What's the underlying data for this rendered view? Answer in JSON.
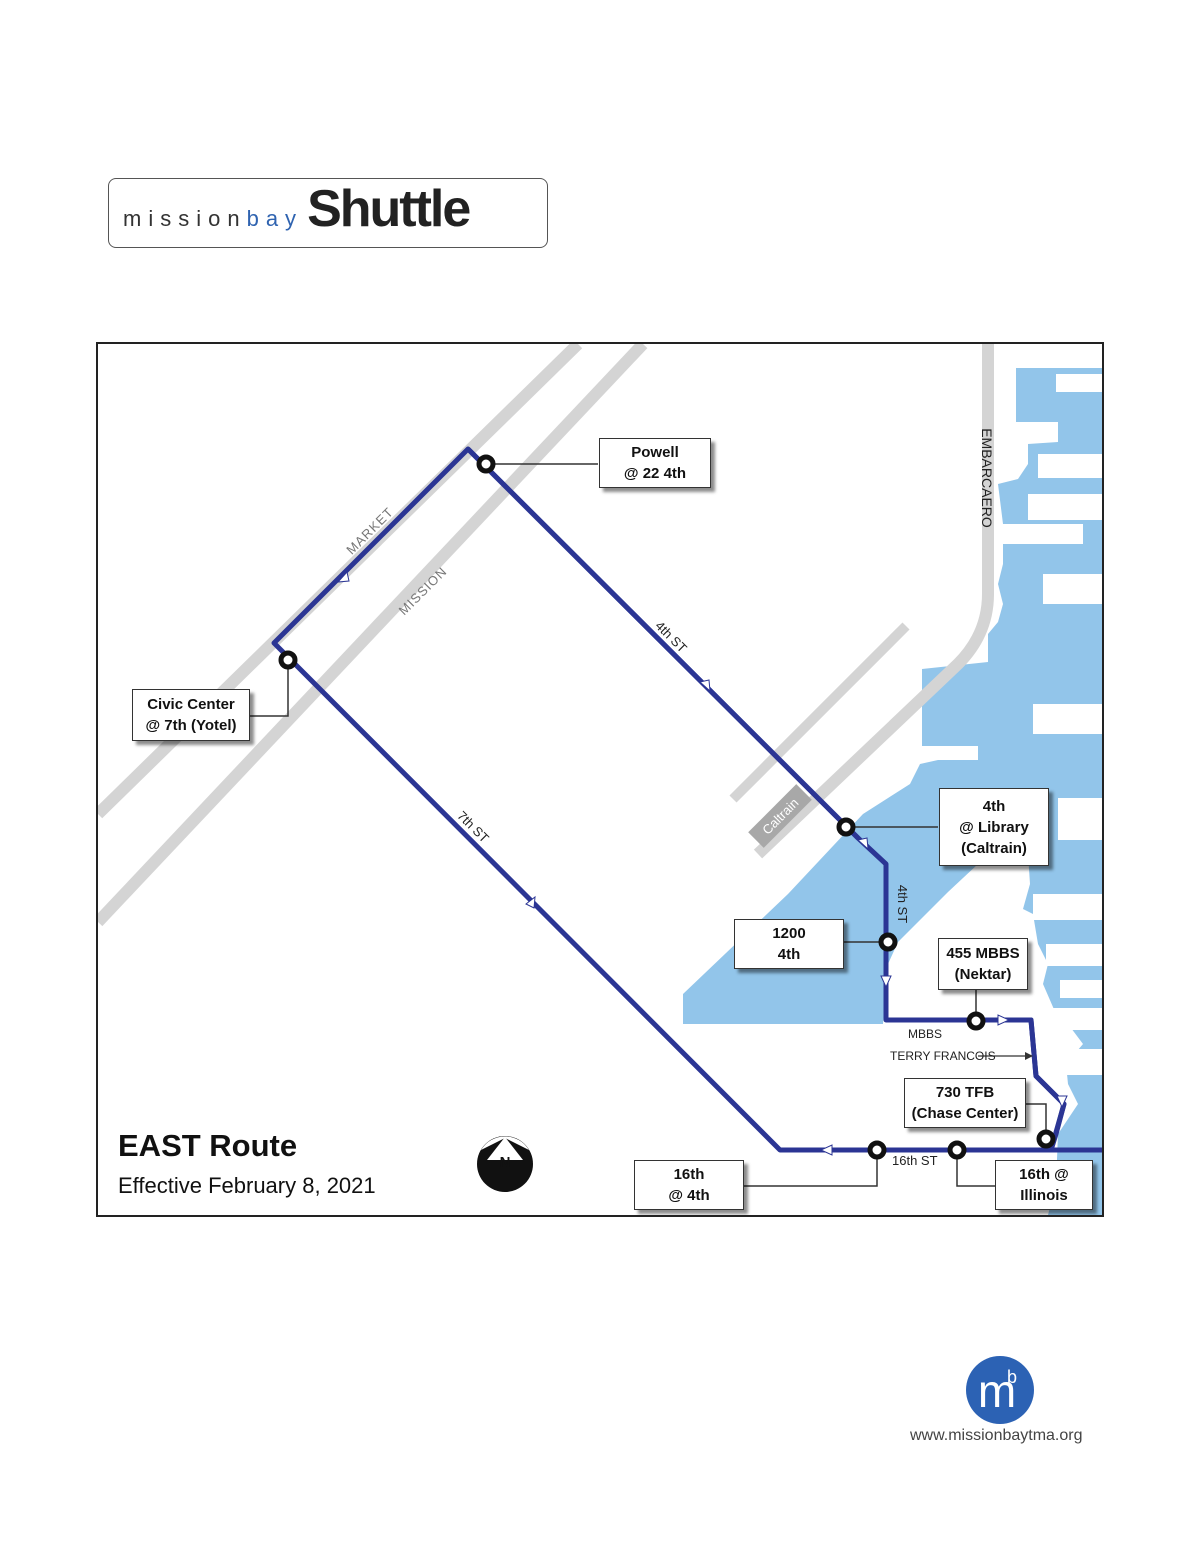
{
  "header": {
    "logo_mission": "mission",
    "logo_bay": "bay",
    "logo_shuttle": "Shuttle"
  },
  "map": {
    "title": "EAST Route",
    "effective": "Effective February 8, 2021",
    "north_label": "N",
    "street_labels": {
      "market": "MARKET",
      "mission": "MISSION",
      "fourth_st_diag": "4th ST",
      "fourth_st_vert": "4th ST",
      "seventh_st": "7th ST",
      "embarcadero": "EMBARCAERO",
      "caltrain": "Caltrain",
      "mbbs": "MBBS",
      "terry_francois": "TERRY FRANCOIS",
      "sixteenth_st": "16th ST"
    },
    "stops": [
      {
        "lines": [
          "Powell",
          "@ 22 4th"
        ]
      },
      {
        "lines": [
          "Civic Center",
          "@ 7th (Yotel)"
        ]
      },
      {
        "lines": [
          "4th",
          "@ Library",
          "(Caltrain)"
        ]
      },
      {
        "lines": [
          "1200",
          "4th"
        ]
      },
      {
        "lines": [
          "455 MBBS",
          "(Nektar)"
        ]
      },
      {
        "lines": [
          "730 TFB",
          "(Chase Center)"
        ]
      },
      {
        "lines": [
          "16th",
          "@ 4th"
        ]
      },
      {
        "lines": [
          "16th @",
          "Illinois"
        ]
      }
    ],
    "colors": {
      "route": "#2b3594",
      "water": "#92c5ea",
      "road": "#d4d4d4"
    }
  },
  "footer": {
    "logo_m": "m",
    "logo_b": "b",
    "url": "www.missionbaytma.org"
  }
}
